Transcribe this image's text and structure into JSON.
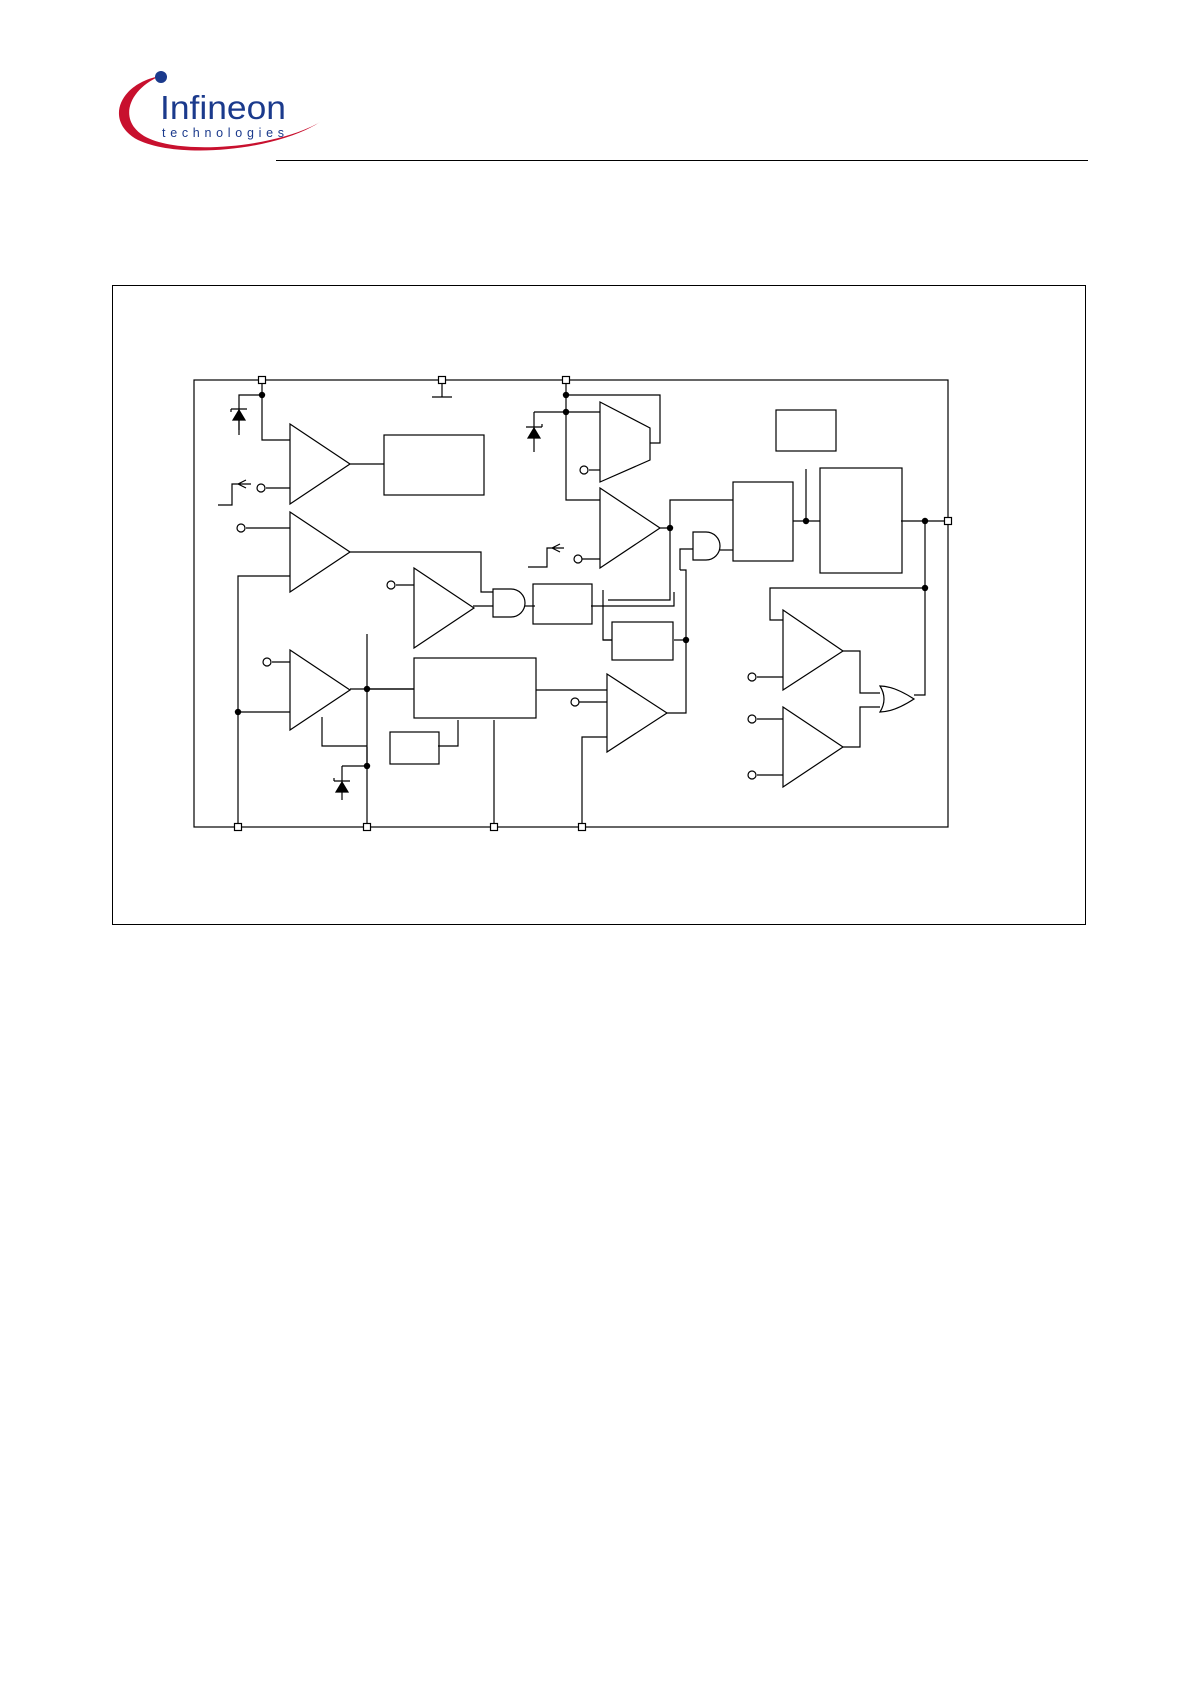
{
  "header": {
    "logo": {
      "brand": "Infineon",
      "tagline": "technologies",
      "colors": {
        "wordmark": "#1b3a8c",
        "swoosh": "#c8102e",
        "dot": "#1b3a8c"
      }
    }
  },
  "figure": {
    "kind": "block-diagram",
    "labels_visible": false,
    "components": [
      "Comparator (top left)",
      "Function block (top left)",
      "Comparator (middle left)",
      "Comparator (bottom left)",
      "Comparator (center)",
      "AND gate (center)",
      "Timer block (center)",
      "Delay block (small, lower left)",
      "Wide block (lower center)",
      "Comparator (lower center)",
      "Small block (center right)",
      "Op-amp (top center)",
      "Comparator (top center)",
      "AND gate (top right)",
      "Flip-flop block",
      "Reference block (top right)",
      "Driver block (right)",
      "Comparator (lower right, upper)",
      "Comparator (lower right, lower)",
      "OR gate (lower right)"
    ],
    "pins": [
      "top-1",
      "top-2",
      "top-3",
      "output-right",
      "bottom-1",
      "bottom-2",
      "bottom-3",
      "bottom-4"
    ]
  }
}
